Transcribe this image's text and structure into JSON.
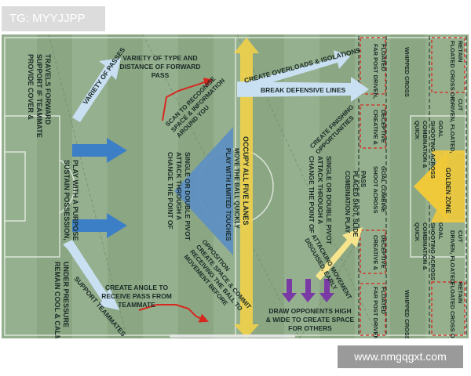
{
  "watermark_tl": "TG: MYYJJPP",
  "watermark_br": "www.nmgqgxt.com",
  "colors": {
    "pitch": "#8aa683",
    "line": "#e9efe6",
    "text": "#1b2b27",
    "blue": "#3d7fc6",
    "triangle": "#5e8fc2",
    "yellow": "#f0d24a",
    "lightblue": "#c9dff2",
    "red": "#d7281f",
    "purple": "#7a3aa6",
    "goldzone": "#f0c93a"
  },
  "labels": {
    "provide_cover": [
      "PROVIDE COVER &",
      "SUPPORT IF TEAMMATE",
      "TRAVELS FORWARD"
    ],
    "sustain": [
      "SUSTAIN POSSESSION,",
      "PLAY WITH A PURPOSE"
    ],
    "remain_cool": [
      "REMAIN COOL & CALM",
      "UNDER PRESSURE"
    ],
    "variety_passes": "VARIETY OF PASSES",
    "support_teammates": "SUPPORT TEAMMATES",
    "variety_type": [
      "VARIETY OF TYPE AND",
      "DISTANCE OF FORWARD",
      "PASS"
    ],
    "scan": [
      "SCAN TO RECOGNISE",
      "SPACE & INFORMATION",
      "AROUND YOU"
    ],
    "change_point_left": [
      "CHANGE THE POINT OF",
      "ATTACK THROUGH A",
      "SINGLE OR DOUBLE PIVOT"
    ],
    "play_limited": [
      "PLAY WITH LIMITED TOUCHES",
      "MOVE THE BALL QUICKLY"
    ],
    "movement_before": [
      "MOVEMENT BEFORE",
      "RECEIVING THE BALL TO",
      "CREATE SPACE & COMMIT",
      "OPPOSITION"
    ],
    "create_angle": [
      "CREATE ANGLE TO",
      "RECEIVE PASS FROM",
      "TEAMMATE"
    ],
    "occupy_lanes": "OCCUPY ALL FIVE LANES",
    "create_overloads": "CREATE OVERLOADS & ISOLATIONS",
    "break_lines": "BREAK DEFENSIVE LINES",
    "finishing": [
      "CREATE FINISHING",
      "OPPORTUNITIES"
    ],
    "change_point_right": [
      "CHANGE THE POINT OF",
      "ATTACK THROUGH A",
      "SINGLE OR DOUBLE PIVOT"
    ],
    "combination_play": [
      "COMBINATION PLAY",
      "PLACED SHOT, SLIDE",
      "PASS"
    ],
    "disguised": [
      "DISGUISED, EARLY",
      "ATTACKING MOVEMENT"
    ],
    "draw_opponents": [
      "DRAW OPPONENTS HIGH",
      "& WIDE TO CREATE SPACE",
      "FOR OTHERS"
    ],
    "creative_top": [
      "CREATIVE &",
      "DECEPTIVE"
    ],
    "creative_bottom": [
      "CREATIVE &",
      "DECEPTIVE"
    ],
    "shoot_across": [
      "SHOOT ACROSS",
      "GOAL COMBINE"
    ],
    "far_post_top": [
      "FAR POST DRIVEN,",
      "FLOATED"
    ],
    "far_post_bottom": [
      "FAR POST DRIVEN,",
      "FLOATED"
    ],
    "whipped_top": "WHIPPED CROSS",
    "whipped_bottom": "WHIPPED CROSS",
    "quick_top": [
      "QUICK",
      "COMBINATION &",
      "SHOOTING ACROSS",
      "GOAL"
    ],
    "quick_bottom": [
      "QUICK",
      "COMBINATION &",
      "SHOOTING ACROSS",
      "GOAL"
    ],
    "golden_zone": "GOLDEN ZONE",
    "floated_top": [
      "FLOATED CROSS OR",
      "RETAIN"
    ],
    "floated_bottom": [
      "FLOATED CROSS OR",
      "RETAIN"
    ],
    "driven_top": [
      "DRIVEN, FLOATED,",
      "CUT"
    ],
    "driven_bottom": [
      "DRIVEN, FLOATED,",
      "CUT"
    ]
  }
}
